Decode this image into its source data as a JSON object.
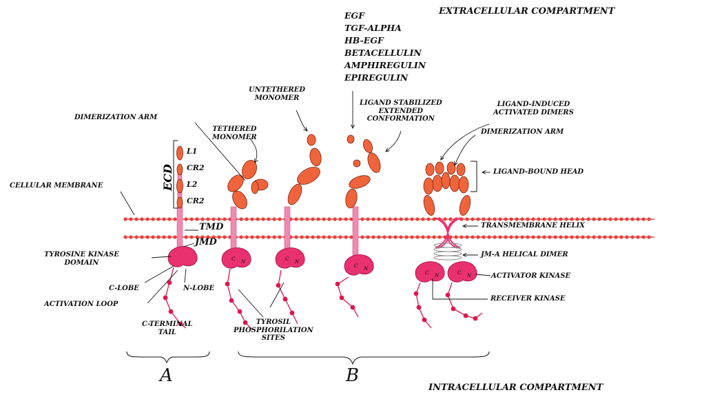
{
  "compartments": {
    "extracellular": "EXTRACELLULAR COMPARTMENT",
    "intracellular": "INTRACELLULAR COMPARTMENT"
  },
  "ligands": [
    "EGF",
    "TGF-ALPHA",
    "HB-EGF",
    "BETACELLULIN",
    "AMPHIREGULIN",
    "EPIREGULIN"
  ],
  "ecd": {
    "title": "ECD",
    "domains": [
      "L1",
      "CR2",
      "L2",
      "CR2"
    ]
  },
  "labels": {
    "dimerization_arm_left": "DIMERIZATION ARM",
    "cellular_membrane": "CELLULAR MEMBRANE",
    "tethered_monomer": "TETHERED\nMONOMER",
    "untethered_monomer": "UNTETHERED\nMONOMER",
    "ligand_stabilized": "LIGAND STABILIZED\nEXTENDED\nCONFORMATION",
    "ligand_induced": "LIGAND-INDUCED\nACTIVATED DIMERS",
    "dimerization_arm_right": "DIMERIZATION ARM",
    "ligand_bound_head": "LIGAND-BOUND HEAD",
    "tmd": "TMD",
    "jmd": "JMD",
    "transmembrane_helix": "TRANSMEMBRANE HELIX",
    "jm_a_helical_dimer": "JM-A HELICAL DIMER",
    "tyrosine_kinase_domain": "TYROSINE KINASE\nDOMAIN",
    "c_lobe": "C-LOBE",
    "n_lobe": "N-LOBE",
    "activation_loop": "ACTIVATION LOOP",
    "c_terminal_tail": "C-TERMINAL\nTAIL",
    "tyrosil_sites": "TYROSIL\nPHOSPHORILATION\nSITES",
    "activator_kinase": "ACTIVATOR KINASE",
    "receiver_kinase": "RECEIVER KINASE",
    "lobe_c": "C",
    "lobe_n": "N"
  },
  "panels": {
    "a": "A",
    "b": "B"
  },
  "colors": {
    "ectodomain": "#f0643c",
    "membrane": "#e8403c",
    "kinase": "#e8316e",
    "stalk": "#f08ab0",
    "tail_dot": "#e0144c"
  }
}
